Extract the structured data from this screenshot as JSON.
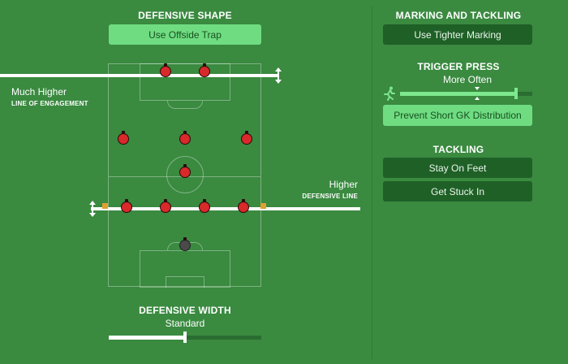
{
  "defensive_shape": {
    "heading": "DEFENSIVE SHAPE",
    "offside_button": "Use Offside Trap"
  },
  "line_of_engagement": {
    "value": "Much Higher",
    "label": "LINE OF ENGAGEMENT"
  },
  "defensive_line": {
    "value": "Higher",
    "label": "DEFENSIVE LINE"
  },
  "defensive_width": {
    "heading": "DEFENSIVE WIDTH",
    "value": "Standard",
    "level_fraction": 0.5
  },
  "marking": {
    "heading": "MARKING AND TACKLING",
    "tighter_marking_button": "Use Tighter Marking"
  },
  "trigger_press": {
    "heading": "TRIGGER PRESS",
    "value": "More Often",
    "level_fraction": 0.88,
    "prevent_gk_button": "Prevent Short GK Distribution"
  },
  "tackling": {
    "heading": "TACKLING",
    "stay_on_feet_button": "Stay On Feet",
    "get_stuck_in_button": "Get Stuck In"
  },
  "colors": {
    "background": "#3a8a40",
    "button_active": "#6fdc82",
    "button_inactive": "#1f6027",
    "player": "#d8292b",
    "goalkeeper": "#4a4a4a"
  }
}
